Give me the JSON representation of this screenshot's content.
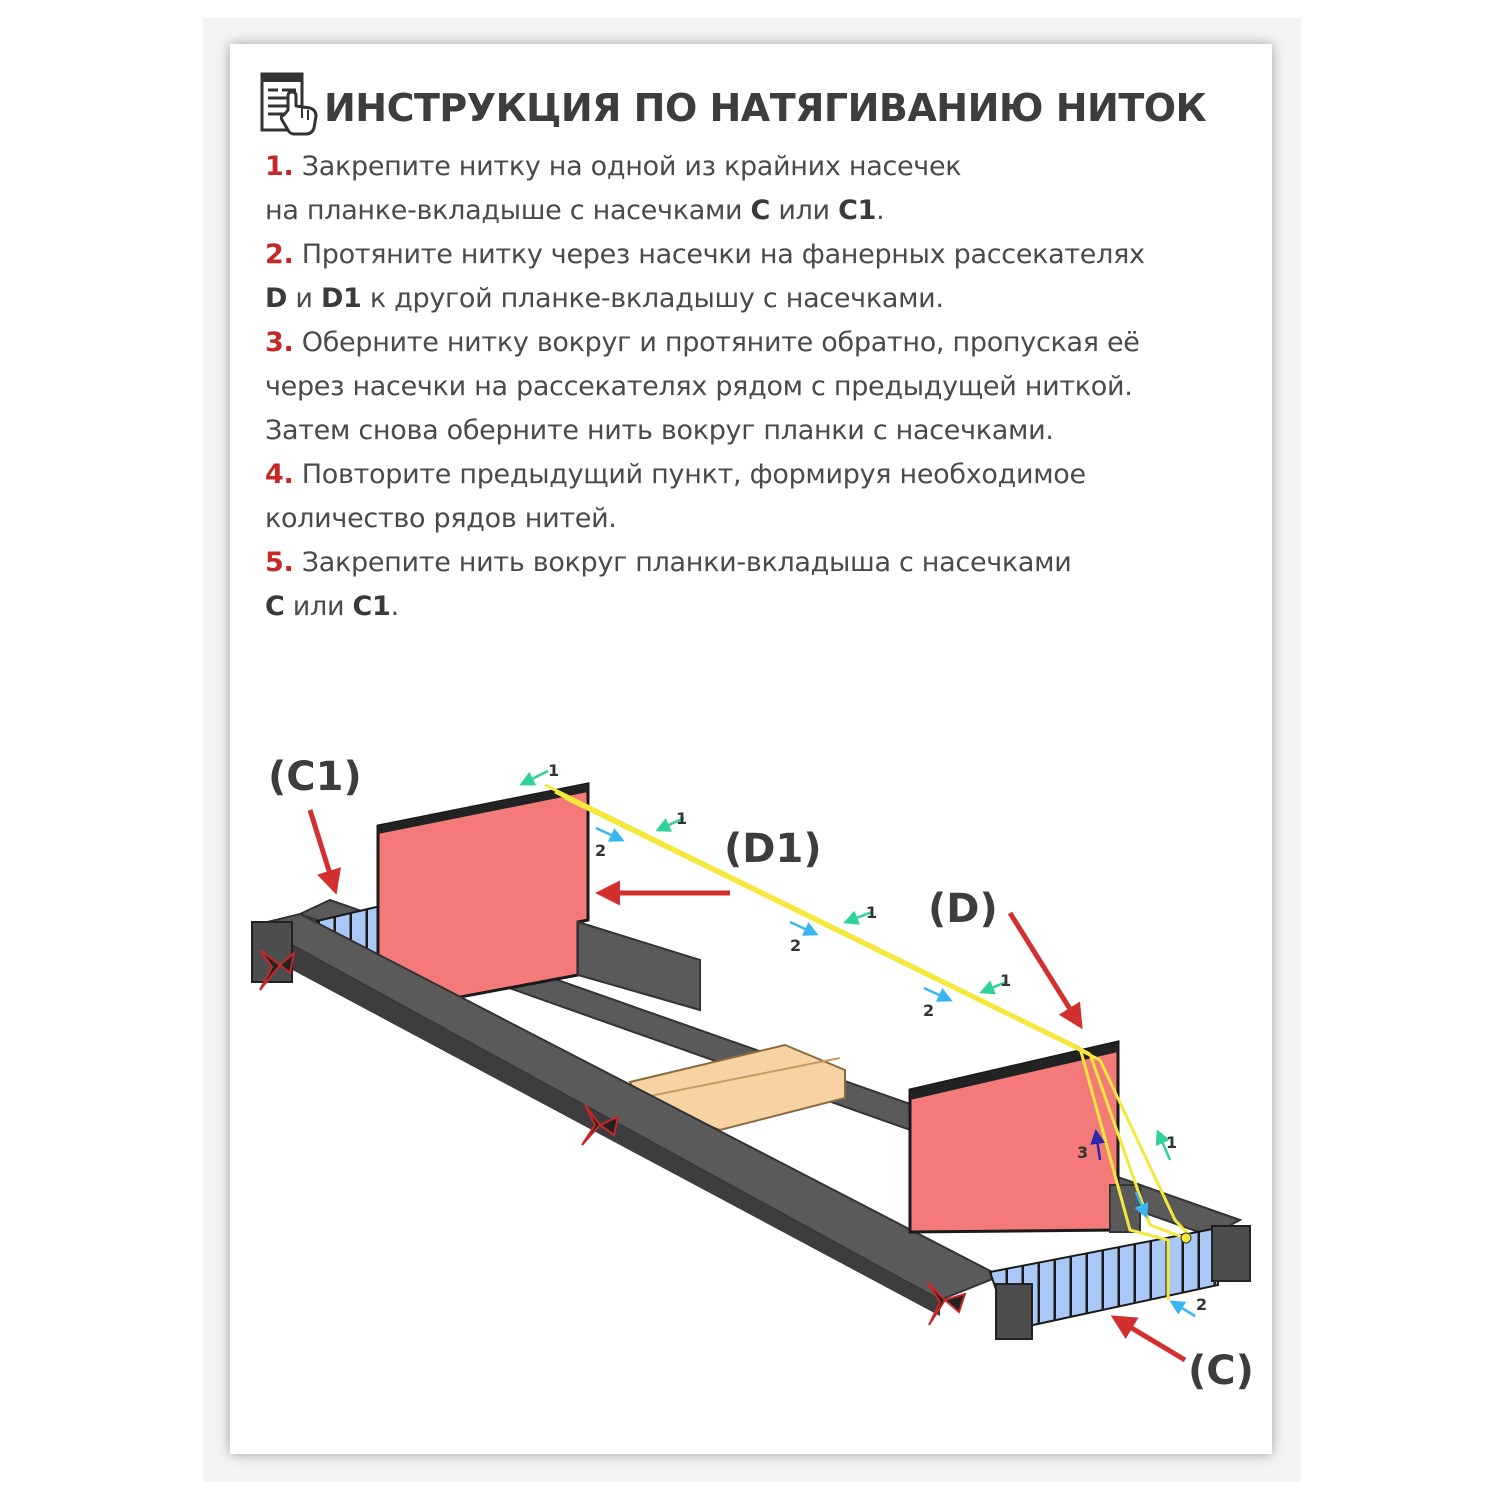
{
  "header": {
    "title": "ИНСТРУКЦИЯ ПО НАТЯГИВАНИЮ НИТОК",
    "icon": "instruction-document-hand-icon"
  },
  "steps": [
    {
      "number": "1.",
      "line1": "Закрепите нитку на одной из крайних насечек",
      "line2_a": "на планке-вкладыше с насечками ",
      "line2_b1": "С",
      "line2_or": " или ",
      "line2_b2": "С1",
      "line2_end": "."
    },
    {
      "number": "2.",
      "line1": "Протяните нитку через насечки на фанерных рассекателях",
      "line2_b1": "D",
      "line2_and": " и ",
      "line2_b2": "D1",
      "line2_rest": " к другой планке-вкладышу с насечками."
    },
    {
      "number": "3.",
      "line1": "Оберните нитку вокруг и протяните обратно, пропуская её",
      "line2": "через насечки на рассекателях рядом с предыдущей ниткой.",
      "line3": "Затем снова оберните нить вокруг планки с насечками."
    },
    {
      "number": "4.",
      "line1": "Повторите предыдущий пункт, формируя необходимое",
      "line2": "количество рядов нитей."
    },
    {
      "number": "5.",
      "line1": "Закрепите нить вокруг планки-вкладыша с насечками",
      "line2_b1": "С",
      "line2_or": " или ",
      "line2_b2": "С1",
      "line2_end": "."
    }
  ],
  "diagram": {
    "labels": {
      "c1": "(C1)",
      "d1": "(D1)",
      "d": "(D)",
      "c": "(C)"
    },
    "markers": {
      "one": "1",
      "two": "2",
      "three": "3"
    },
    "colors": {
      "frame": "#5a5a5a",
      "frame_dark": "#3d3d3d",
      "divider": "#f47a7a",
      "thread": "#f5e83c",
      "notched_bar": "#a9c8f5",
      "crossbar": "#f7d3a4",
      "pointer_arrow": "#d32f2f",
      "arrow_1": "#2fd29a",
      "arrow_2": "#38b6f0",
      "arrow_3": "#2a2aa8"
    }
  }
}
